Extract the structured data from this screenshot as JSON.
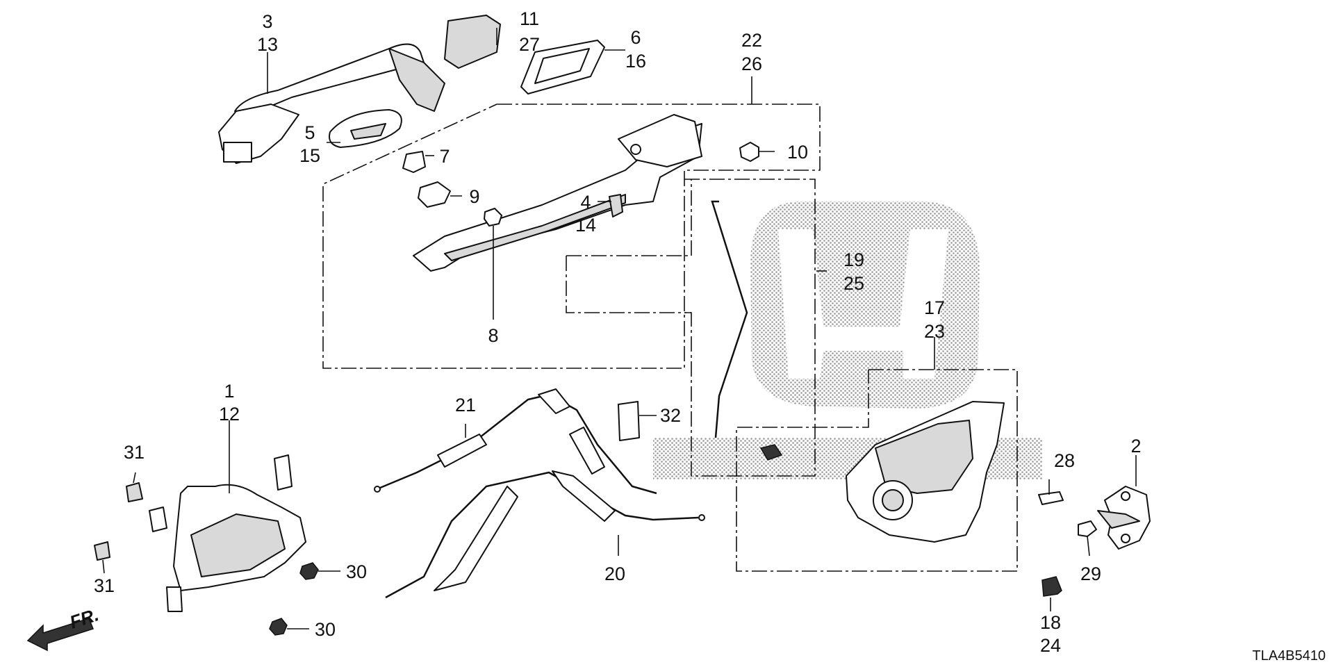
{
  "labels": {
    "p1": "1",
    "p12": "12",
    "p2": "2",
    "p3": "3",
    "p13": "13",
    "p4": "4",
    "p14": "14",
    "p5": "5",
    "p15": "15",
    "p6": "6",
    "p16": "16",
    "p7": "7",
    "p8": "8",
    "p9": "9",
    "p10": "10",
    "p11": "11",
    "p27": "27",
    "p17": "17",
    "p23": "23",
    "p18": "18",
    "p24": "24",
    "p19": "19",
    "p25": "25",
    "p20": "20",
    "p21": "21",
    "p22": "22",
    "p26": "26",
    "p28": "28",
    "p29": "29",
    "p30a": "30",
    "p30b": "30",
    "p31a": "31",
    "p31b": "31",
    "p32": "32"
  },
  "front_indicator": "FR.",
  "diagram_code": "TLA4B5410"
}
